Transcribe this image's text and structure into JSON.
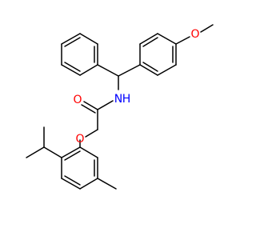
{
  "molecule": {
    "atom_labels": {
      "carbonyl_oxygen": "O",
      "amide_nitrogen": "N",
      "amide_hydrogen": "H",
      "ether_oxygen": "O",
      "methoxy_oxygen": "O"
    }
  },
  "colors": {
    "bond": "#000000",
    "oxygen": "#ff0000",
    "nitrogen": "#0000ff",
    "hydrogen": "#0000ff",
    "background": "#ffffff"
  }
}
